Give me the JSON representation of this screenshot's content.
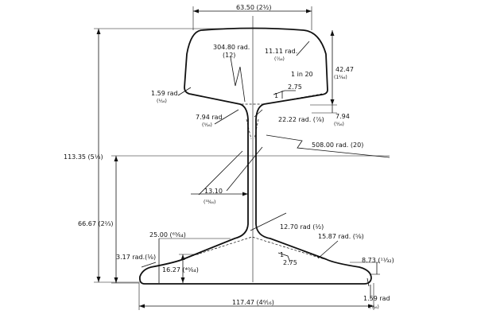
{
  "drawing": {
    "labels": {
      "head_width": "63.50 (2½)",
      "head_radius": "304.80 rad.",
      "head_radius_in": "(12)",
      "corner_radius": "11.11 rad.",
      "corner_radius_in": "(⁷⁄₁₆)",
      "head_depth": "42.47",
      "head_depth_in": "(1²⁄₆₄)",
      "taper_head": "1 in 20",
      "slope_head": "2.75",
      "slope_head_one": "1",
      "head_side_radius": "1.59 rad.",
      "head_side_radius_in": "(¹⁄₁₆)",
      "fishing_radius": "7.94 rad.",
      "fishing_radius_in": "(⁵⁄₁₆)",
      "web_top_radius": "22.22 rad. (⁷⁄₈)",
      "fishing_depth": "7.94",
      "fishing_depth_in": "(⁵⁄₁₆)",
      "web_radius": "508.00 rad. (20)",
      "web_thickness": "13.10",
      "web_thickness_in": "(³³⁄₆₄)",
      "total_height": "113.35 (5¹⁄₈)",
      "neutral_height": "66.67 (2²⁄₃)",
      "web_bottom_radius": "12.70 rad (½)",
      "foot_top_width": "25.00 (⁶³⁄₆₄)",
      "foot_radius": "15.87 rad. (⁵⁄₈)",
      "toe_radius": "3.17 rad.(⅛)",
      "foot_depth": "16.27 (⁴⁰⁄₆₄)",
      "slope_foot": "2.75",
      "slope_foot_one": "1",
      "toe_depth": "8.73 (¹¹⁄₃₂)",
      "base_width": "117.47 (4⁶⁄₁₆)",
      "toe_corner_radius": "1.59 rad",
      "toe_corner_radius_in": "(¹⁄₁₆)"
    }
  }
}
